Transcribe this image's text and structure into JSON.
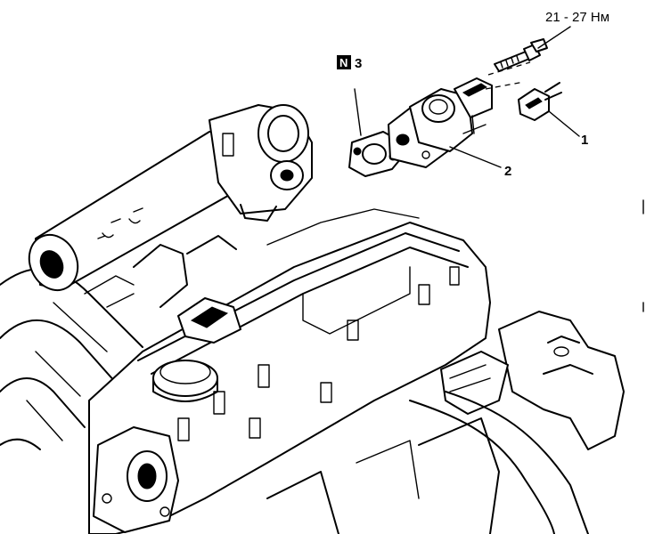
{
  "torque_spec": "21 - 27 Нм",
  "callouts": {
    "item1": "1",
    "item2": "2",
    "item3": "3",
    "replace_badge": "N"
  },
  "colors": {
    "ink": "#000000",
    "paper": "#ffffff"
  }
}
